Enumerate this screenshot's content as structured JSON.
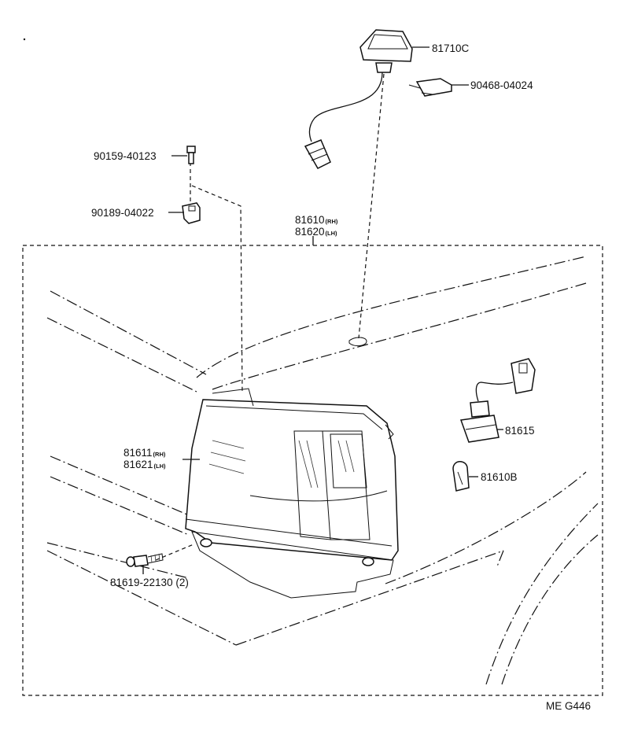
{
  "parts": {
    "p81710c": "81710C",
    "p90468": "90468-04024",
    "p90159": "90159-40123",
    "p90189": "90189-04022",
    "p81610": "81610",
    "p81620": "81620",
    "p81611": "81611",
    "p81621": "81621",
    "p81615": "81615",
    "p81610b": "81610B",
    "p81619": "81619-22130 (2)"
  },
  "side": {
    "rh": "(RH)",
    "lh": "(LH)"
  },
  "footer": {
    "code": "ME G446"
  }
}
